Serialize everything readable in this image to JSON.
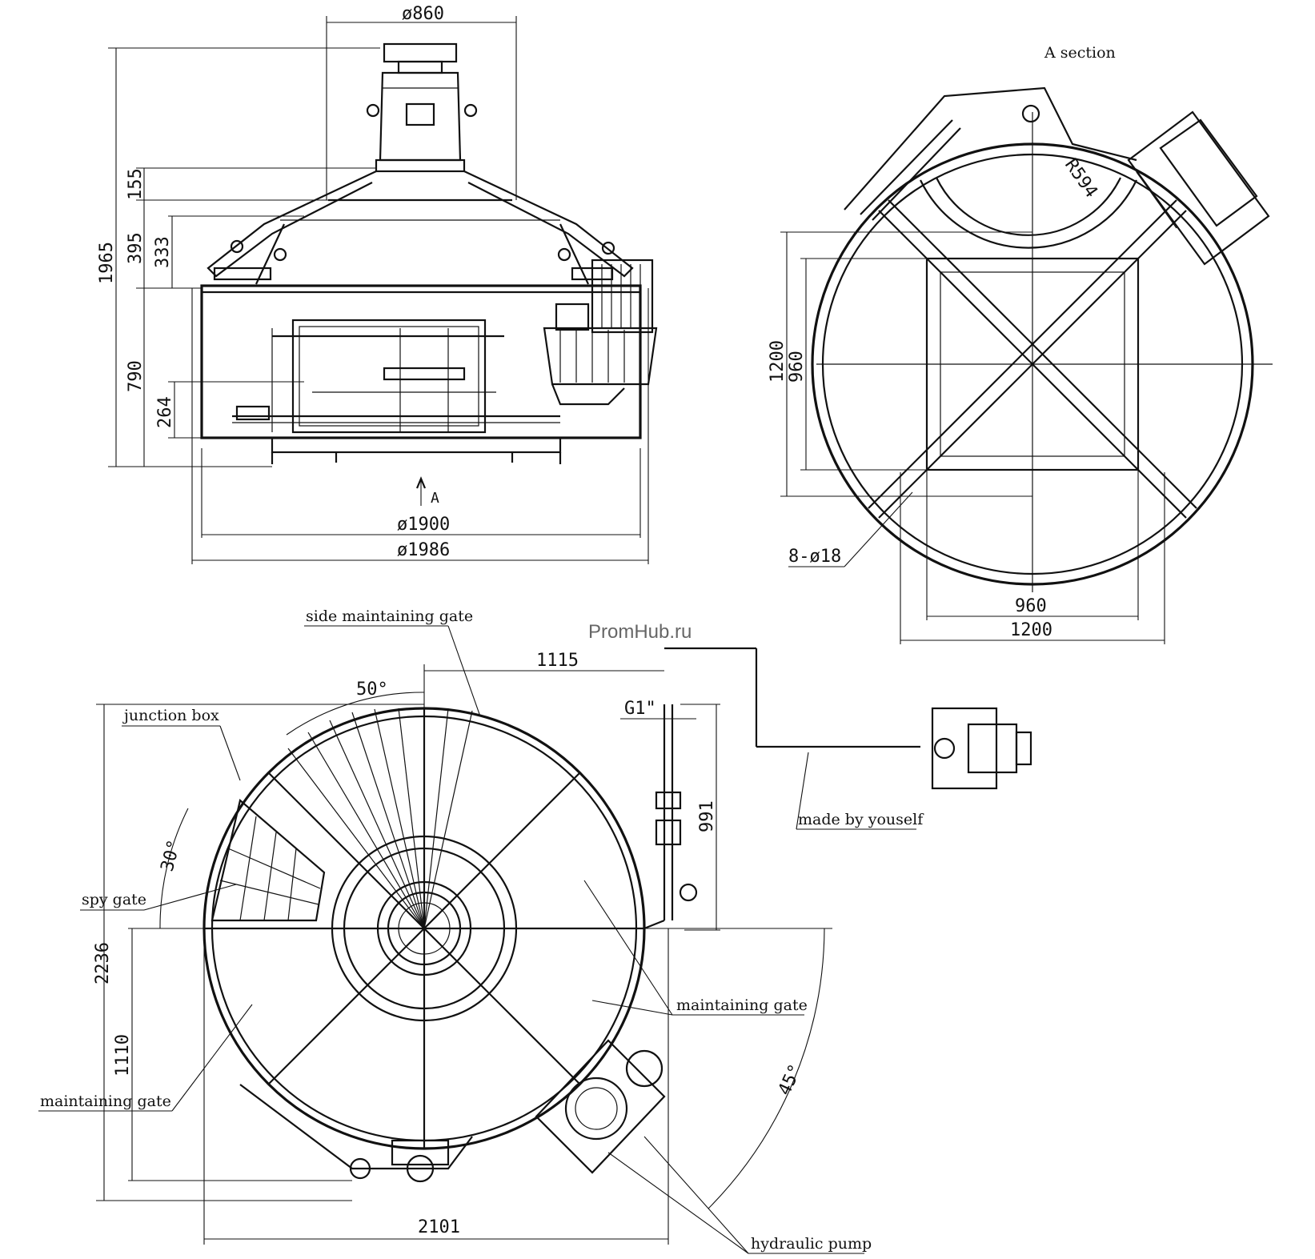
{
  "watermark": "PromHub.ru",
  "section_title": "A section",
  "view_arrow_label": "A",
  "dimensions": {
    "top_width": "ø860",
    "total_height": "1965",
    "h155": "155",
    "h395": "395",
    "h333": "333",
    "h790": "790",
    "h264": "264",
    "d1900": "ø1900",
    "d1986": "ø1986",
    "sec_r594": "R594",
    "sec_1200_v": "1200",
    "sec_960_v": "960",
    "sec_holes": "8-ø18",
    "sec_960_h": "960",
    "sec_1200_h": "1200",
    "plan_1115": "1115",
    "plan_g1": "G1\"",
    "plan_991": "991",
    "plan_50deg": "50°",
    "plan_30deg": "30°",
    "plan_45deg": "45°",
    "plan_2236": "2236",
    "plan_1110": "1110",
    "plan_2101": "2101"
  },
  "labels": {
    "side_gate": "side maintaining gate",
    "junction_box": "junction box",
    "spy_gate": "spy gate",
    "maint_gate_right": "maintaining gate",
    "maint_gate_left": "maintaining gate",
    "made_by": "made by youself",
    "hydraulic_pump": "hydraulic pump"
  }
}
